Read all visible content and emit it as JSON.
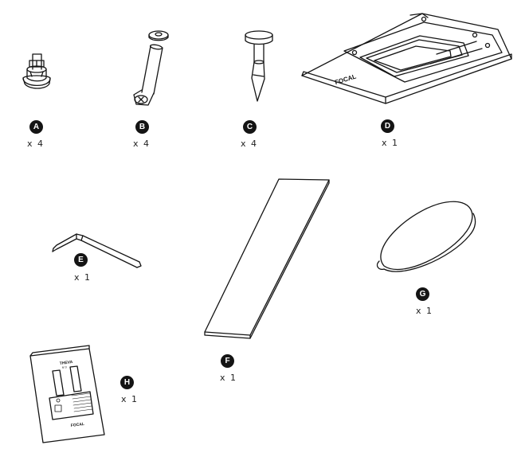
{
  "parts": [
    {
      "letter": "A",
      "quantity": "x 4"
    },
    {
      "letter": "B",
      "quantity": "x 4"
    },
    {
      "letter": "C",
      "quantity": "x 4"
    },
    {
      "letter": "D",
      "quantity": "x 1"
    },
    {
      "letter": "E",
      "quantity": "x 1"
    },
    {
      "letter": "F",
      "quantity": "x 1"
    },
    {
      "letter": "G",
      "quantity": "x 1"
    },
    {
      "letter": "H",
      "quantity": "x 1"
    }
  ],
  "base_brand": "FOCAL",
  "manual": {
    "title": "THEVA",
    "subtitle": "N°3",
    "brand": "FOCAL"
  },
  "colors": {
    "ink": "#141414",
    "background": "#ffffff"
  },
  "icons": [
    "foot-insert-icon",
    "screw-with-washer-icon",
    "spike-with-cap-icon",
    "base-plate-icon",
    "allen-key-icon",
    "column-plate-icon",
    "oval-pad-icon",
    "manual-booklet-icon"
  ]
}
